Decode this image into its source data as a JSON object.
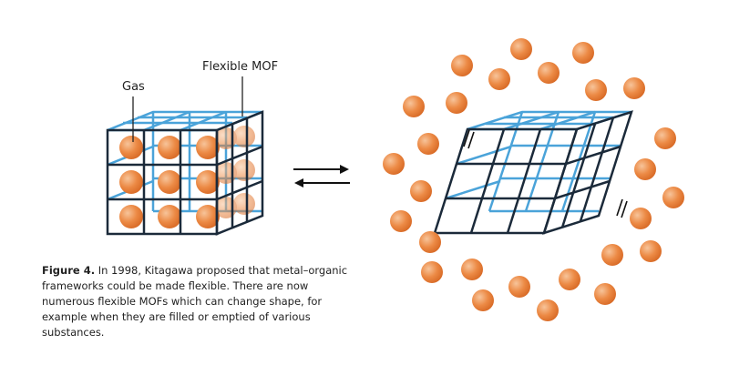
{
  "labels": {
    "gas": "Gas",
    "flexible_mof": "Flexible MOF"
  },
  "caption": {
    "figure_number": "Figure 4.",
    "text": "In 1998, Kitagawa proposed that metal–organic frameworks could be made flexible. There are now numerous flexible MOFs which can change shape, for example when they are filled or emptied of various substances."
  },
  "colors": {
    "frame_dark": "#1b2a3a",
    "frame_blue": "#4aa3d9",
    "gas_orange": "#e9803d",
    "gas_highlight": "#f6c39a",
    "arrow": "#111111"
  },
  "icons": {
    "equilibrium": "equilibrium-arrows-icon",
    "gas": "gas-molecule-icon"
  }
}
